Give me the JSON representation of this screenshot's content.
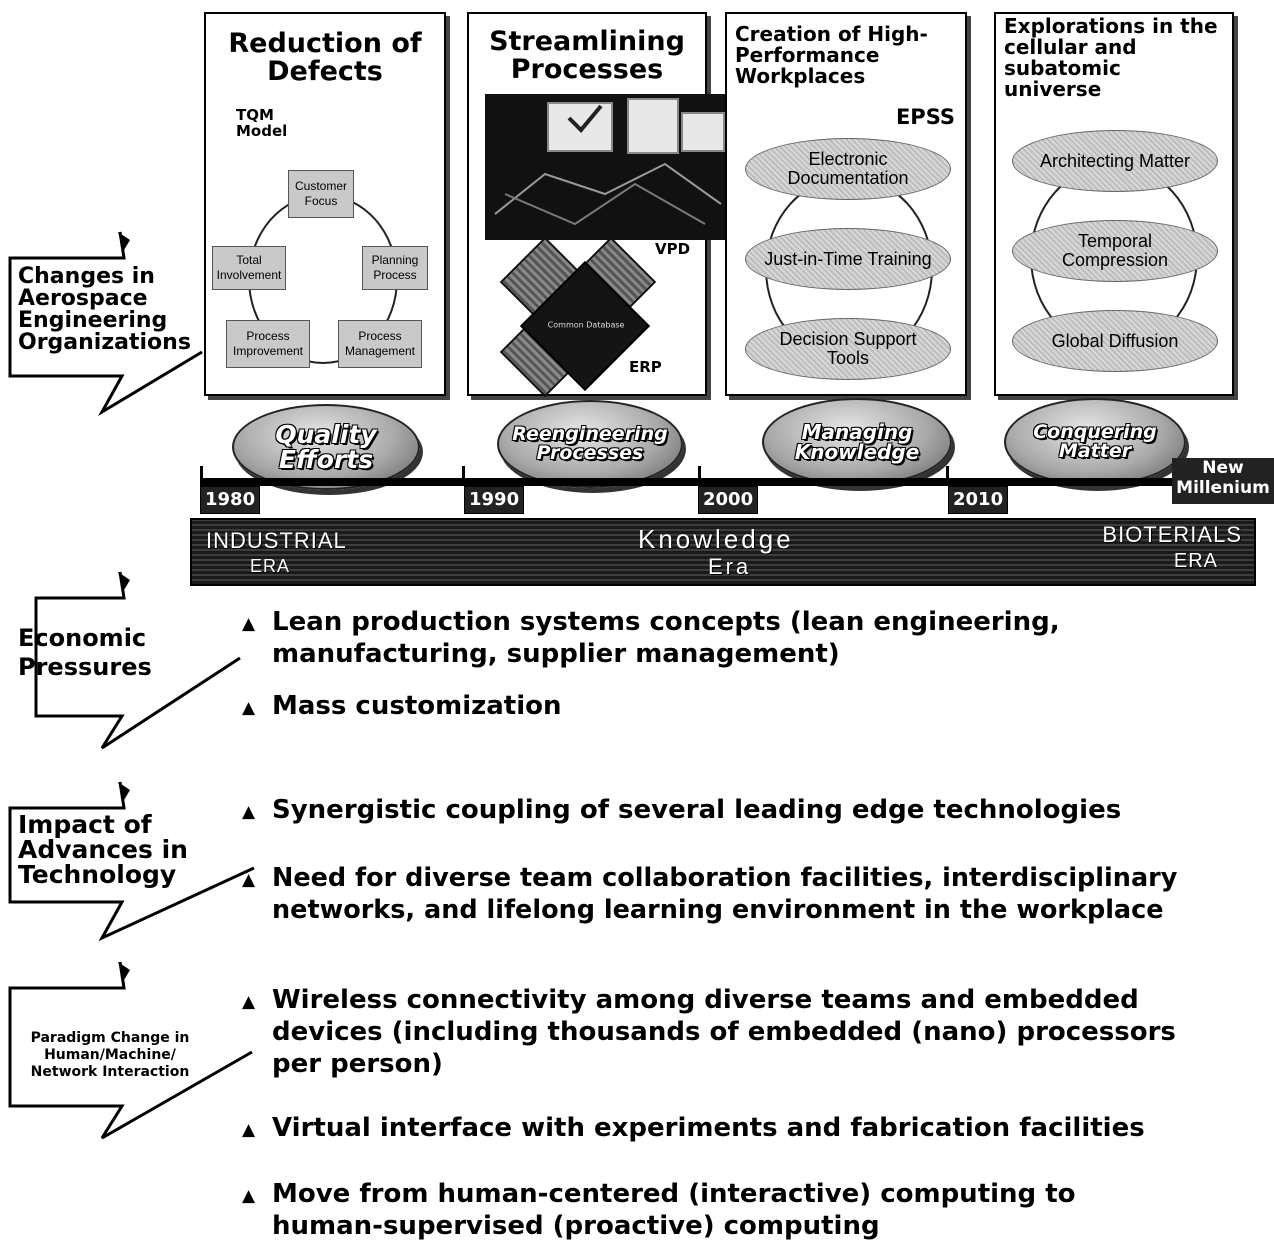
{
  "panels": [
    {
      "title": "Reduction of Defects",
      "subtitle": "TQM Model"
    },
    {
      "title": "Streamlining Processes",
      "labels": [
        "VPD",
        "ERP"
      ]
    },
    {
      "title": "Creation of High-Performance Workplaces",
      "tag": "EPSS",
      "ovals": [
        "Electronic Documentation",
        "Just-in-Time Training",
        "Decision Support Tools"
      ]
    },
    {
      "title": "Explorations in the cellular and subatomic universe",
      "ovals": [
        "Architecting Matter",
        "Temporal Compression",
        "Global Diffusion"
      ]
    }
  ],
  "tqm": {
    "customer_focus": "Customer Focus",
    "planning_process": "Planning Process",
    "process_management": "Process Management",
    "process_improvement": "Process Improvement",
    "total_involvement": "Total Involvement"
  },
  "erp_core": "Common Database",
  "eras": [
    "Quality Efforts",
    "Reengineering Processes",
    "Managing Knowledge",
    "Conquering Matter"
  ],
  "years": [
    "1980",
    "1990",
    "2000",
    "2010"
  ],
  "new_millenium": "New Millenium",
  "era_band": {
    "industrial": "INDUSTRIAL",
    "industrial_sub": "ERA",
    "knowledge": "Knowledge",
    "knowledge_sub": "Era",
    "bioterials": "BIOTERIALS",
    "bioterials_sub": "ERA"
  },
  "side_labels": [
    "Changes in Aerospace Engineering Organizations",
    "Economic Pressures",
    "Impact of Advances in Technology",
    "Paradigm Change in Human/Machine/ Network Interaction"
  ],
  "bullets": {
    "economic": [
      "Lean production systems concepts (lean engineering,\nmanufacturing, supplier management)",
      "Mass customization"
    ],
    "technology": [
      "Synergistic coupling of several leading edge technologies",
      "Need for diverse team collaboration facilities, interdisciplinary\nnetworks, and lifelong learning environment in the workplace"
    ],
    "paradigm": [
      "Wireless connectivity among diverse teams and embedded\ndevices (including thousands of embedded (nano) processors\nper person)",
      "Virtual interface with experiments and fabrication facilities",
      "Move from human-centered (interactive) computing to\nhuman-supervised (proactive) computing"
    ]
  },
  "bullet_symbol": "▲"
}
